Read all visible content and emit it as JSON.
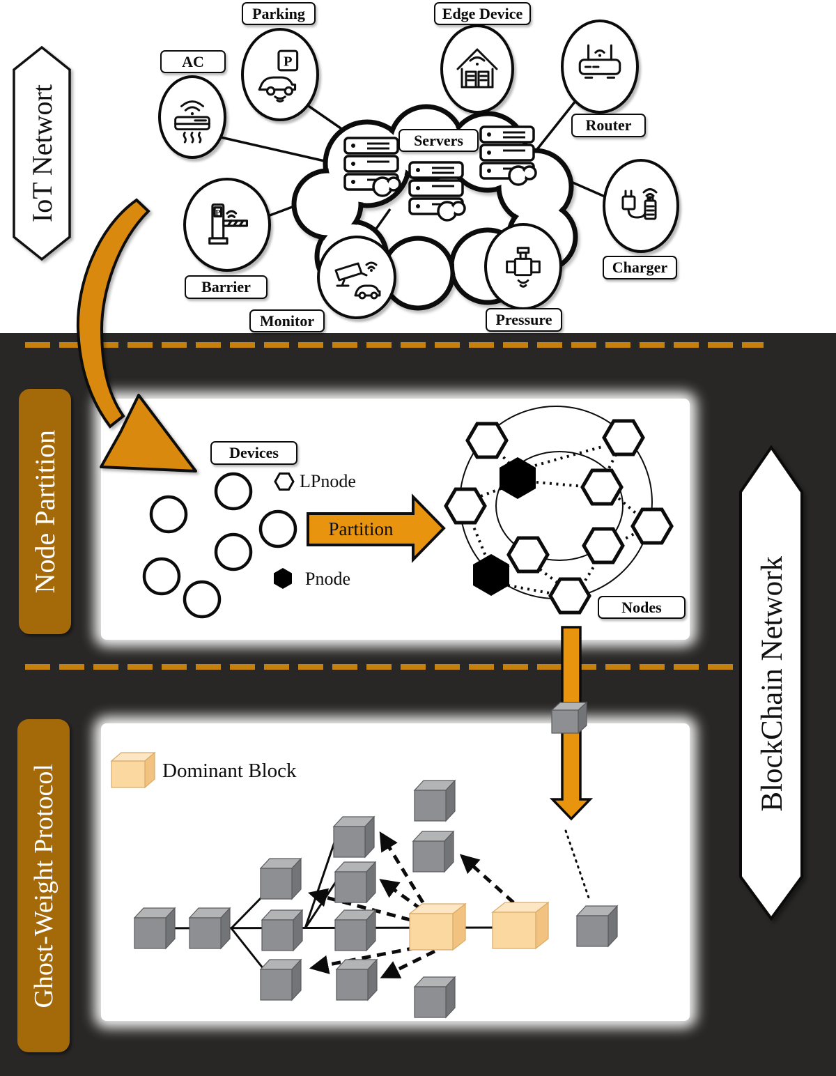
{
  "colors": {
    "dark_bg": "#282726",
    "accent_orange": "#e8940e",
    "dash_orange": "#c5800e",
    "side_label_bg": "#a46909",
    "dominant_face": "#fbd8a0",
    "dominant_top": "#fde6c4",
    "dominant_side": "#f2c380",
    "dominant_stroke": "#d9ab67",
    "gray_face": "#8e8f92",
    "gray_top": "#b3b4b6",
    "gray_side": "#737477",
    "gray_stroke": "#5a5a5d"
  },
  "iot": {
    "banner": "IoT Networt",
    "servers_label": "Servers",
    "devices": [
      {
        "label": "AC",
        "icon": "ac-icon"
      },
      {
        "label": "Parking",
        "icon": "parking-icon",
        "glyph": "P"
      },
      {
        "label": "Edge Device",
        "icon": "edge-device-icon"
      },
      {
        "label": "Router",
        "icon": "router-icon"
      },
      {
        "label": "Charger",
        "icon": "charger-icon"
      },
      {
        "label": "Pressure",
        "icon": "pressure-icon"
      },
      {
        "label": "Monitor",
        "icon": "monitor-icon"
      },
      {
        "label": "Barrier",
        "icon": "barrier-icon",
        "glyph": "P"
      }
    ]
  },
  "node_partition": {
    "side_label": "Node Partition",
    "devices_label": "Devices",
    "legend": {
      "lpnode": "LPnode",
      "pnode": "Pnode"
    },
    "partition_arrow_label": "Partition",
    "nodes_label": "Nodes"
  },
  "ghost": {
    "side_label": "Ghost-Weight Protocol",
    "legend_label": "Dominant Block"
  },
  "blockchain": {
    "side_label": "BlockChain Network"
  }
}
